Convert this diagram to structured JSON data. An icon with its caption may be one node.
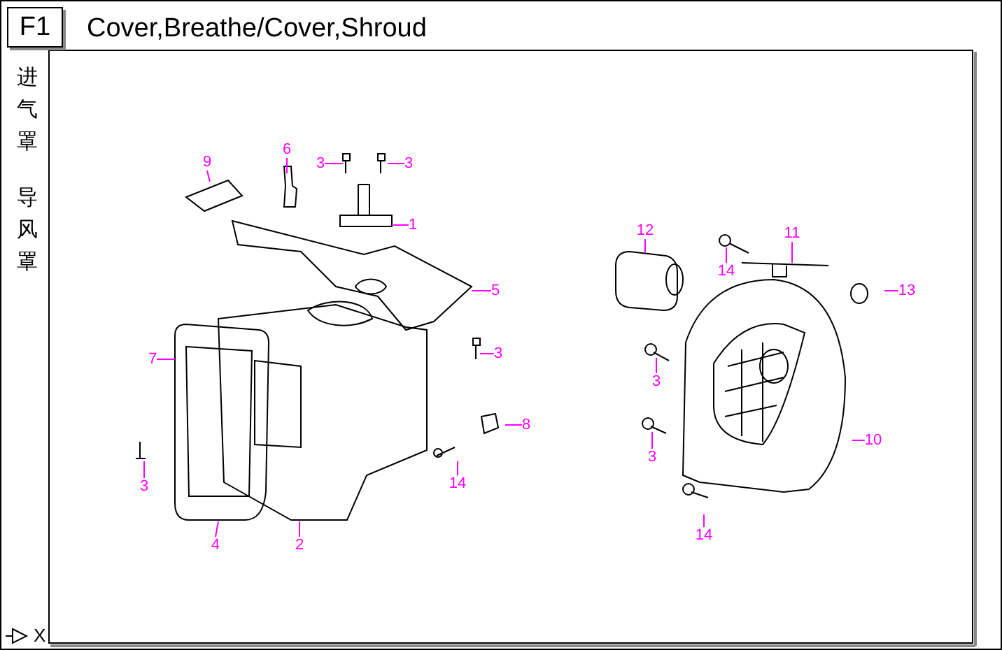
{
  "diagram": {
    "title": "Cover,Breathe/Cover,Shroud",
    "nodes": [
      {
        "text": [
          "F1"
        ]
      },
      {
        "text": [
          "9"
        ]
      },
      {
        "text": [
          "6"
        ]
      },
      {
        "text": [
          "3"
        ]
      },
      {
        "text": [
          "3"
        ]
      },
      {
        "text": [
          "1"
        ]
      },
      {
        "text": [
          "5"
        ]
      },
      {
        "text": [
          "7"
        ]
      },
      {
        "text": [
          "3"
        ]
      },
      {
        "text": [
          "8"
        ]
      },
      {
        "text": [
          "14"
        ]
      },
      {
        "text": [
          "3"
        ]
      },
      {
        "text": [
          "4"
        ]
      },
      {
        "text": [
          "2"
        ]
      },
      {
        "text": [
          "12"
        ]
      },
      {
        "text": [
          "11"
        ]
      },
      {
        "text": [
          "14"
        ]
      },
      {
        "text": [
          "13"
        ]
      },
      {
        "text": [
          "3"
        ]
      },
      {
        "text": [
          "3"
        ]
      },
      {
        "text": [
          "10"
        ]
      },
      {
        "text": [
          "14"
        ]
      }
    ],
    "edges": [
      {
        "from": 1,
        "to": null,
        "arrow": "none"
      },
      {
        "from": 2,
        "to": null,
        "arrow": "none"
      },
      {
        "from": 3,
        "to": null,
        "arrow": "none"
      },
      {
        "from": 4,
        "to": null,
        "arrow": "none"
      },
      {
        "from": 5,
        "to": null,
        "arrow": "none"
      },
      {
        "from": 6,
        "to": null,
        "arrow": "none"
      },
      {
        "from": 7,
        "to": null,
        "arrow": "none"
      },
      {
        "from": 8,
        "to": null,
        "arrow": "none"
      },
      {
        "from": 9,
        "to": null,
        "arrow": "none"
      },
      {
        "from": 10,
        "to": null,
        "arrow": "none"
      },
      {
        "from": 11,
        "to": null,
        "arrow": "none"
      },
      {
        "from": 12,
        "to": null,
        "arrow": "none"
      },
      {
        "from": 13,
        "to": null,
        "arrow": "none"
      },
      {
        "from": 14,
        "to": null,
        "arrow": "none"
      },
      {
        "from": 15,
        "to": null,
        "arrow": "none"
      },
      {
        "from": 16,
        "to": null,
        "arrow": "none"
      },
      {
        "from": 17,
        "to": null,
        "arrow": "none"
      },
      {
        "from": 18,
        "to": null,
        "arrow": "none"
      },
      {
        "from": 19,
        "to": null,
        "arrow": "none"
      },
      {
        "from": 20,
        "to": null,
        "arrow": "none"
      },
      {
        "from": 21,
        "to": null,
        "arrow": "none"
      }
    ],
    "labels": [
      "进气罩",
      "导风罩",
      "X"
    ]
  }
}
